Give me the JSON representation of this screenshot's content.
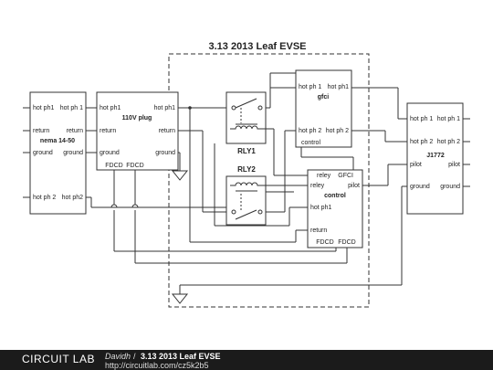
{
  "diagram": {
    "title": "3.13 2013 Leaf EVSE",
    "nema": {
      "name": "nema 14-50",
      "hot1_l": "hot ph1",
      "hot1_r": "hot ph 1",
      "ret_l": "return",
      "ret_r": "return",
      "gnd_l": "ground",
      "gnd_r": "ground",
      "hot2_l": "hot ph 2",
      "hot2_r": "hot ph2"
    },
    "plug": {
      "name": "110V plug",
      "hot1_l": "hot ph1",
      "hot1_r": "hot ph1",
      "ret_l": "return",
      "ret_r": "return",
      "gnd_l": "ground",
      "gnd_r": "ground",
      "fdcd1": "FDCD",
      "fdcd2": "FDCD"
    },
    "rly1": "RLY1",
    "rly2": "RLY2",
    "gfci": {
      "name": "gfci",
      "hot1_l": "hot ph 1",
      "hot1_r": "hot ph1",
      "hot2_l": "hot ph 2",
      "hot2_r": "hot ph 2",
      "control": "control"
    },
    "control": {
      "name": "control",
      "releyl": "reley",
      "gfci": "GFCI",
      "releyl2": "reley",
      "pilot": "pilot",
      "hot1": "hot ph1",
      "ret": "return",
      "fdcd1": "FDCD",
      "fdcd2": "FDCD"
    },
    "j1772": {
      "name": "J1772",
      "hot1_l": "hot ph 1",
      "hot1_r": "hot ph 1",
      "hot2_l": "hot ph 2",
      "hot2_r": "hot ph 2",
      "pilot_l": "pilot",
      "pilot_r": "pilot",
      "gnd_l": "ground",
      "gnd_r": "ground"
    }
  },
  "footer": {
    "logo": "CIRCUIT LAB",
    "author": "Davidh",
    "separator": "/",
    "title": "3.13 2013 Leaf EVSE",
    "url": "http://circuitlab.com/cz5k2b5"
  }
}
